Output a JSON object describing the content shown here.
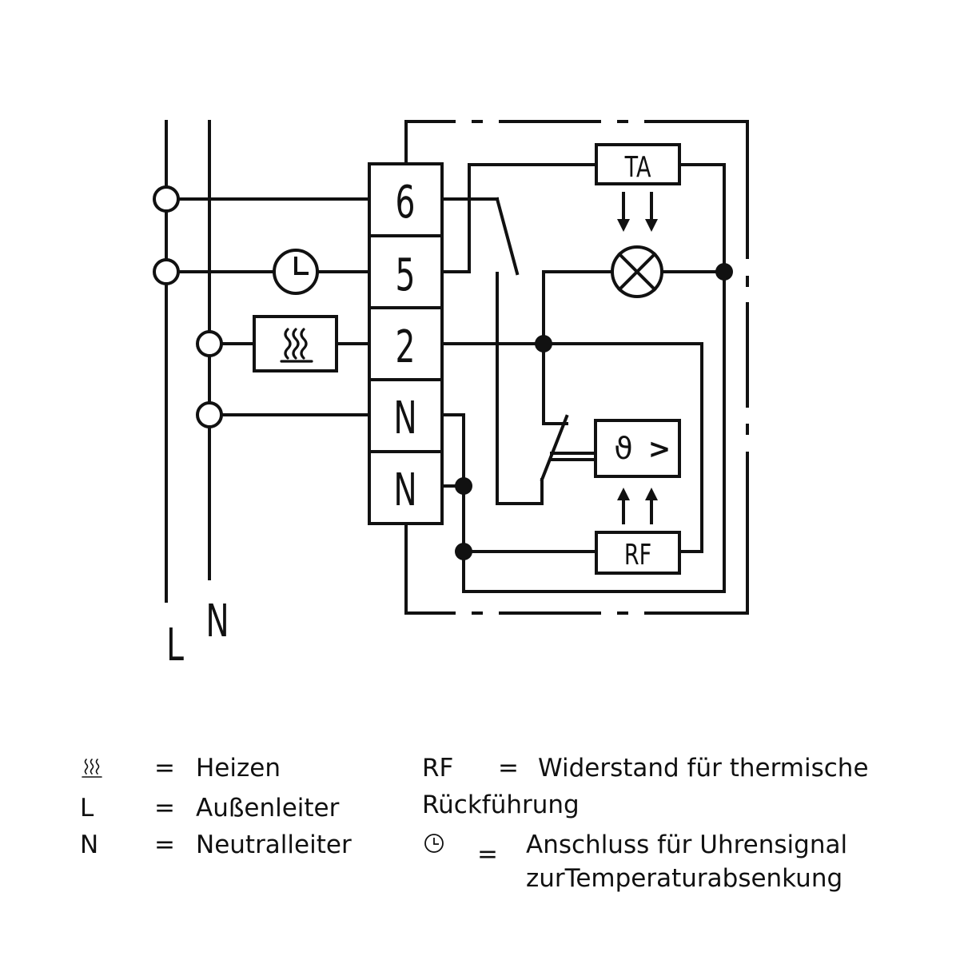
{
  "colors": {
    "line": "#111111",
    "background": "#ffffff"
  },
  "diagram": {
    "terminals": [
      "6",
      "5",
      "2",
      "N",
      "N"
    ],
    "lines": {
      "L": "L",
      "N": "N"
    },
    "components": {
      "TA": "TA",
      "RF": "RF",
      "sensor_symbol": "ϑ",
      "sensor_compare": ">"
    },
    "icons": {
      "heater": "heating-icon",
      "clock": "clock-icon",
      "lamp": "lamp-icon"
    }
  },
  "legend": {
    "left": [
      {
        "key_icon": "heating-icon",
        "eq": "=",
        "text": "Heizen"
      },
      {
        "key": "L",
        "eq": "=",
        "text": "Außenleiter"
      },
      {
        "key": "N",
        "eq": "=",
        "text": "Neutralleiter"
      }
    ],
    "right": {
      "rf_key": "RF",
      "rf_eq": "=",
      "rf_text_1": "Widerstand für thermische",
      "rf_text_2": "Rückführung",
      "clock_eq": "=",
      "clock_text_1": "Anschluss für Uhrensignal",
      "clock_text_2": "zurTemperaturabsenkung"
    }
  }
}
